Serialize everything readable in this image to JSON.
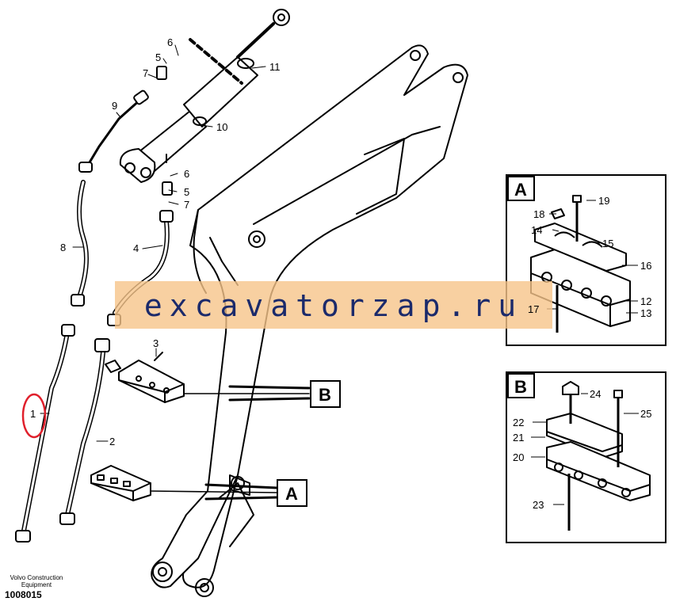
{
  "callouts": {
    "c1": "1",
    "c2": "2",
    "c3": "3",
    "c4": "4",
    "c5a": "5",
    "c5b": "5",
    "c6a": "6",
    "c6b": "6",
    "c7a": "7",
    "c7b": "7",
    "c8": "8",
    "c9": "9",
    "c10": "10",
    "c11": "11",
    "c12": "12",
    "c13": "13",
    "c14": "14",
    "c15": "15",
    "c16": "16",
    "c17": "17",
    "c18": "18",
    "c19": "19",
    "c20": "20",
    "c21": "21",
    "c22": "22",
    "c23": "23",
    "c24": "24",
    "c25": "25"
  },
  "detail_labels": {
    "a_main": "A",
    "b_main": "B",
    "a_inset": "A",
    "b_inset": "B"
  },
  "watermark": "excavatorzap.ru",
  "footer": {
    "company_line1": "Volvo Construction",
    "company_line2": "Equipment",
    "drawing_number": "1008015"
  },
  "colors": {
    "watermark_band": "#f6c48a",
    "watermark_text": "#1b2a6b",
    "highlight_circle": "#e0202c",
    "line": "#000000"
  }
}
